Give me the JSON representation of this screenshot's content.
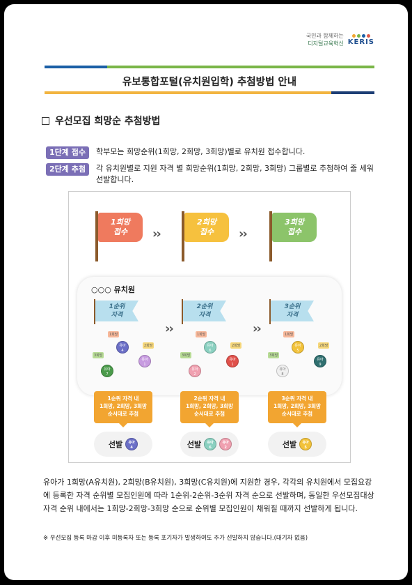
{
  "logo": {
    "line1": "국민과 함께하는",
    "line2": "디지털교육혁신",
    "brand": "KERIS",
    "dot_colors": [
      "#f2a531",
      "#7ab648",
      "#1b5fa6",
      "#e05a48"
    ]
  },
  "doc_title": "유보통합포털(유치원입학) 추첨방법 안내",
  "section_title": "우선모집 희망순 추첨방법",
  "steps": [
    {
      "badge": "1단계 접수",
      "text": "학부모는 희망순위(1희망, 2희망, 3희망)별로 유치원 접수합니다."
    },
    {
      "badge": "2단계 추첨",
      "text": "각 유치원별로 지원 자격 별 희망순위(1희망, 2희망, 3희망) 그룹별로 추첨하여 줄 세워 선발합니다."
    }
  ],
  "diagram": {
    "flags": [
      {
        "line1": "1희망",
        "line2": "접수",
        "color": "#ef7a5e"
      },
      {
        "line1": "2희망",
        "line2": "접수",
        "color": "#f6c13e"
      },
      {
        "line1": "3희망",
        "line2": "접수",
        "color": "#8cc46a"
      }
    ],
    "kindergarten_label": "○○○ 유치원",
    "rank_flags": [
      {
        "line1": "1순위",
        "line2": "자격"
      },
      {
        "line1": "2순위",
        "line2": "자격"
      },
      {
        "line1": "3순위",
        "line2": "자격"
      }
    ],
    "mini_labels": {
      "h1": "1희망",
      "h2": "2희망",
      "h3": "3희망"
    },
    "child_prefix": "유아",
    "groups": [
      [
        {
          "n": "4",
          "color": "#6b6fc7"
        },
        {
          "n": "1",
          "color": "#c79be0"
        },
        {
          "n": "7",
          "color": "#4a9a4a"
        }
      ],
      [
        {
          "n": "6",
          "color": "#8ad0c0"
        },
        {
          "n": "1",
          "color": "#e0504a"
        },
        {
          "n": "2",
          "color": "#f0a0b0"
        }
      ],
      [
        {
          "n": "5",
          "color": "#f2c23a"
        },
        {
          "n": "9",
          "color": "#2f6f6f"
        },
        {
          "n": "8",
          "color": "#f0f0f0"
        }
      ]
    ],
    "callouts": [
      {
        "l1": "1순위 자격 내",
        "l2": "1희망, 2희망, 3희망",
        "l3": "순서대로 추첨"
      },
      {
        "l1": "2순위 자격 내",
        "l2": "1희망, 2희망, 3희망",
        "l3": "순서대로 추첨"
      },
      {
        "l1": "3순위 자격 내",
        "l2": "1희망, 2희망, 3희망",
        "l3": "순서대로 추첨"
      }
    ],
    "result_label": "선발",
    "results": [
      [
        {
          "n": "4",
          "color": "#6b6fc7"
        }
      ],
      [
        {
          "n": "6",
          "color": "#8ad0c0"
        },
        {
          "n": "2",
          "color": "#f0a0b0"
        }
      ],
      [
        {
          "n": "5",
          "color": "#f2c23a"
        }
      ]
    ]
  },
  "paragraph": "유아가 1희망(A유치원), 2희망(B유치원), 3희망(C유치원)에 지원한 경우, 각각의 유치원에서 모집요강에 등록한 자격 순위별 모집인원에 따라 1순위-2순위-3순위 자격 순으로 선발하며, 동일한 우선모집대상 자격 순위 내에서는 1희망-2희망-3희망 순으로 순위별 모집인원이 채워질 때까지 선발하게 됩니다.",
  "note": "※ 우선모집 등록 마감 이후 미등록자 또는 등록 포기자가 발생하여도 추가 선발하지 않습니다.(대기자 없음)"
}
